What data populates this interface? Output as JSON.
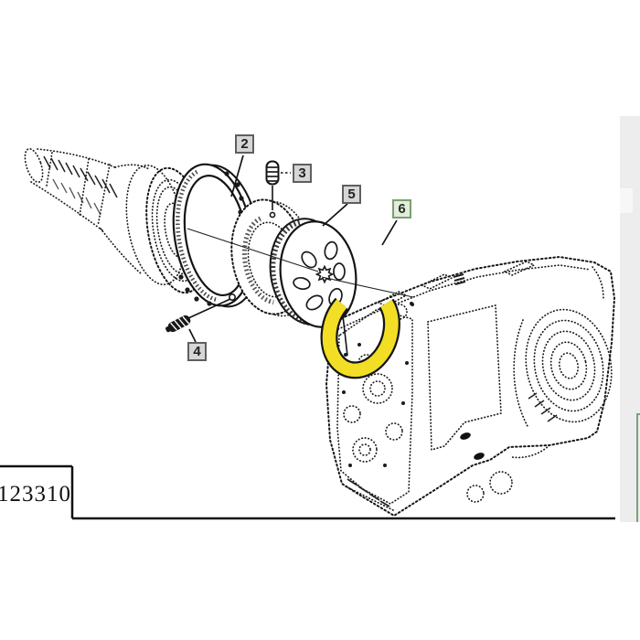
{
  "page": {
    "background": "#ffffff",
    "scan_strip_color": "#ededed",
    "scan_corner_color": "#7aa37a"
  },
  "footer": {
    "part_number": "123310"
  },
  "callouts": [
    {
      "label": "2",
      "highlighted": false
    },
    {
      "label": "3",
      "highlighted": false
    },
    {
      "label": "4",
      "highlighted": false
    },
    {
      "label": "5",
      "highlighted": false
    },
    {
      "label": "6",
      "highlighted": true
    }
  ],
  "callout_style": {
    "background": "#d6d6d6",
    "border": "#5f5f5f",
    "text": "#222222",
    "highlight_background": "#e3ecdd",
    "highlight_border": "#7aa06e"
  },
  "highlight": {
    "part_fill": "#F2DE25",
    "part_outline": "#141414"
  },
  "drawing": {
    "ink": "#1b1b1b",
    "elements": [
      "axle-shaft",
      "clutch-drum",
      "bolt-ring",
      "plug",
      "spring-pin",
      "spacer-ring",
      "clutch-disc",
      "thrust-washer",
      "transmission-housing"
    ]
  }
}
